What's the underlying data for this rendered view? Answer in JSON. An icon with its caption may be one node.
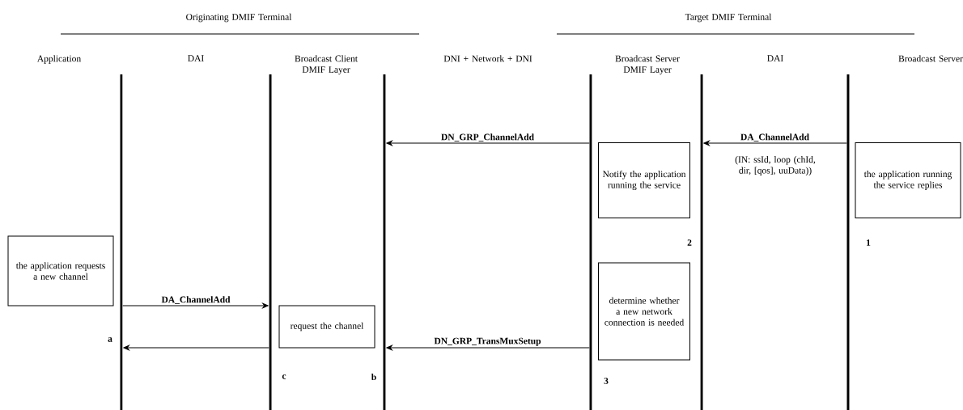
{
  "diagram": {
    "nodes": [
      {
        "text": [],
        "shape": "bar"
      },
      {
        "text": [],
        "shape": "bar"
      },
      {
        "text": [],
        "shape": "bar"
      },
      {
        "text": [],
        "shape": "bar"
      },
      {
        "text": [],
        "shape": "bar"
      },
      {
        "text": [],
        "shape": "bar"
      },
      {
        "text": [
          "Notify the application running the service"
        ]
      },
      {
        "text": [
          "the application running the service replies"
        ]
      },
      {
        "text": [
          "the application requests a new channel"
        ]
      },
      {
        "text": [
          "determine whether a new network connection is needed"
        ]
      },
      {
        "text": [
          "request the channel"
        ]
      }
    ],
    "edges": [
      {
        "from": 5,
        "to": 4,
        "arrow": "to",
        "label": "DA_ChannelAdd"
      },
      {
        "from": 3,
        "to": 2,
        "arrow": "to",
        "label": "DN_GRP_ChannelAdd"
      },
      {
        "from": 0,
        "to": 1,
        "arrow": "to",
        "label": "DA_ChannelAdd"
      },
      {
        "from": 3,
        "to": 2,
        "arrow": "to",
        "label": "DN_GRP_TransMuxSetup"
      },
      {
        "from": 1,
        "to": 0,
        "arrow": "to"
      }
    ],
    "labels": [
      "Originating DMIF Terminal",
      "Target DMIF Terminal",
      "Application",
      "DAI",
      "Broadcast Client DMIF Layer",
      "DNI + Network + DNI",
      "Broadcast Server DMIF Layer",
      "DAI",
      "Broadcast Server",
      "(IN: ssId, loop (chId, dir, [qos], uuData))",
      "2",
      "1",
      "a",
      "c",
      "b",
      "3"
    ]
  }
}
